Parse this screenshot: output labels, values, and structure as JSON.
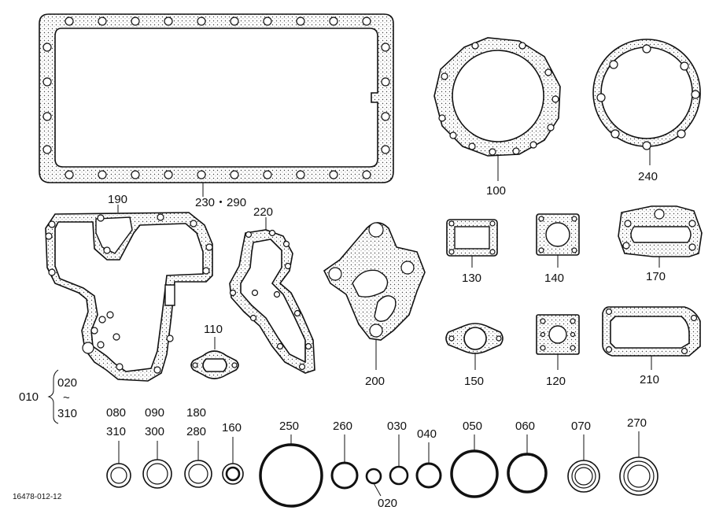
{
  "labels": {
    "p230_290": "230・290",
    "p100": "100",
    "p240": "240",
    "p190": "190",
    "p220": "220",
    "p110": "110",
    "p200": "200",
    "p130": "130",
    "p140": "140",
    "p170": "170",
    "p150": "150",
    "p120": "120",
    "p210": "210",
    "p010": "010",
    "p020a": "020",
    "tilde": "~",
    "p310a": "310",
    "p080": "080",
    "p310b": "310",
    "p090": "090",
    "p300": "300",
    "p180": "180",
    "p280": "280",
    "p160": "160",
    "p250": "250",
    "p260": "260",
    "p030": "030",
    "p040": "040",
    "p050": "050",
    "p060": "060",
    "p070": "070",
    "p270": "270",
    "p020b": "020",
    "code": "16478-012-12"
  }
}
